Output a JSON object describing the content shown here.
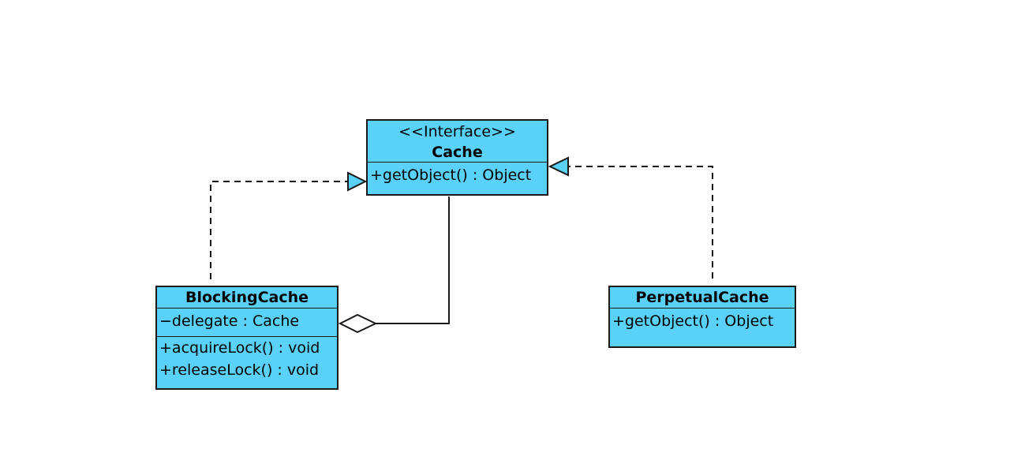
{
  "style": {
    "fill_color": "#59d1f9",
    "border_color": "#1a1a1a",
    "line_color": "#1a1a1a",
    "background": "#ffffff"
  },
  "classes": {
    "cache": {
      "stereotype": "<<Interface>>",
      "name": "Cache",
      "operations": [
        "+getObject() : Object"
      ]
    },
    "blocking_cache": {
      "name": "BlockingCache",
      "attributes": [
        "−delegate : Cache"
      ],
      "operations": [
        "+acquireLock() : void",
        "+releaseLock() : void"
      ]
    },
    "perpetual_cache": {
      "name": "PerpetualCache",
      "operations": [
        "+getObject() : Object"
      ]
    }
  },
  "relationships": [
    {
      "type": "realization",
      "from": "BlockingCache",
      "to": "Cache"
    },
    {
      "type": "realization",
      "from": "PerpetualCache",
      "to": "Cache"
    },
    {
      "type": "aggregation",
      "whole": "BlockingCache",
      "part": "Cache"
    }
  ]
}
